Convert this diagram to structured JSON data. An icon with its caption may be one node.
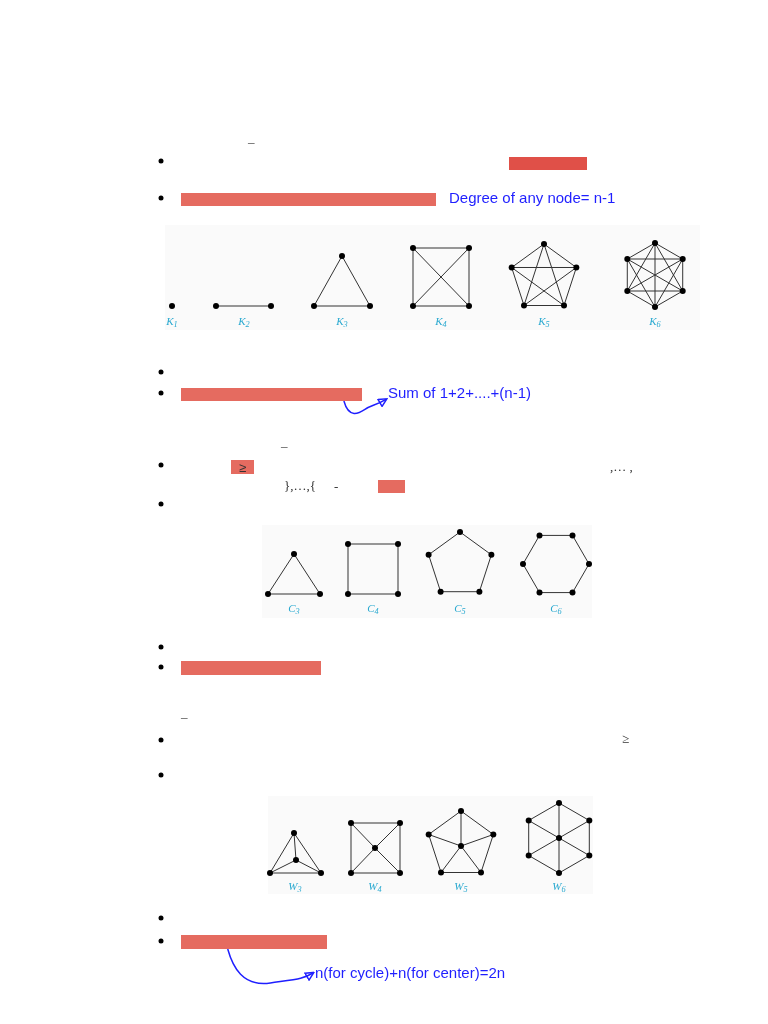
{
  "diagram": {
    "nodes": [
      {
        "text": [],
        "shape": "bar"
      },
      {
        "text": [],
        "shape": "bar"
      },
      {
        "text": [],
        "shape": "bar"
      },
      {
        "text": [
          "Sum of 1+2+....+(n-1)"
        ]
      },
      {
        "text": [
          "≥"
        ]
      },
      {
        "text": [],
        "shape": "bar"
      },
      {
        "text": [],
        "shape": "bar"
      },
      {
        "text": [],
        "shape": "bar"
      },
      {
        "text": [
          "n(for cycle)+n(for center)=2n"
        ]
      }
    ],
    "edges": [
      {
        "from": 2,
        "to": 3,
        "arrow": "to"
      },
      {
        "from": 7,
        "to": 8,
        "arrow": "to"
      }
    ],
    "labels": [
      "–",
      "Degree of any node= n-1",
      "K$_{1}$",
      "K$_{2}$",
      "K$_{3}$",
      "K$_{4}$",
      "K$_{5}$",
      "K$_{6}$",
      "–",
      ",… ,",
      "},…,{",
      "-",
      "C$_{3}$",
      "C$_{4}$",
      "C$_{5}$",
      "C$_{6}$",
      "–",
      "≥",
      "W$_{3}$",
      "W$_{4}$",
      "W$_{5}$",
      "W$_{6}$"
    ]
  }
}
